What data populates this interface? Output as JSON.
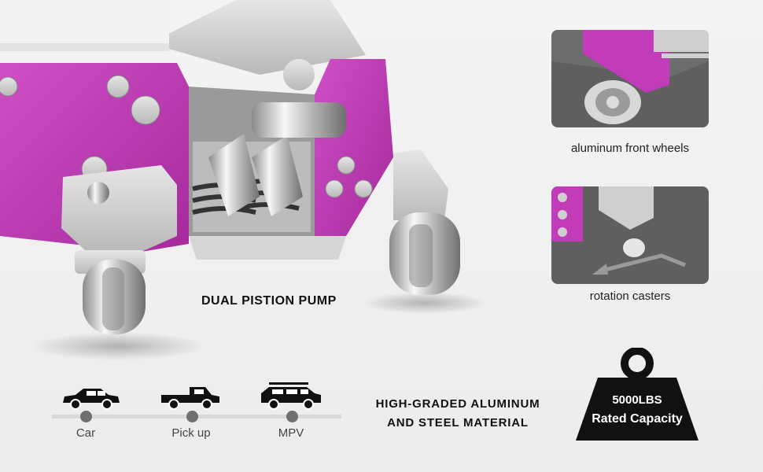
{
  "jack_art": {
    "accent": "#c23bb8",
    "metal": "#cfcfcf"
  },
  "labels": {
    "pump": "DUAL PISTION PUMP",
    "front_wheels": "aluminum front wheels",
    "casters": "rotation casters",
    "material_line1": "HIGH-GRADED ALUMINUM",
    "material_line2": "AND STEEL MATERIAL"
  },
  "capacity": {
    "line1": "5000LBS",
    "line2": "Rated Capacity"
  },
  "vehicles": [
    {
      "label": "Car",
      "icon": "car-icon"
    },
    {
      "label": "Pick up",
      "icon": "pickup-icon"
    },
    {
      "label": "MPV",
      "icon": "mpv-icon"
    }
  ],
  "colors": {
    "accent": "#c23bb8",
    "dark": "#222222",
    "thumb_bg": "#5f5f5f"
  }
}
